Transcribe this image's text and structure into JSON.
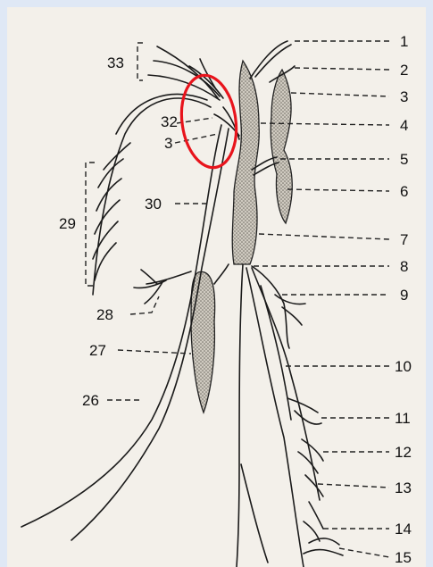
{
  "figure": {
    "labels_right": [
      "1",
      "2",
      "3",
      "4",
      "5",
      "6",
      "7",
      "8",
      "9",
      "10",
      "11",
      "12",
      "13",
      "14",
      "15"
    ],
    "labels_left": {
      "l33": "33",
      "l32": "32",
      "l3b": "3",
      "l30": "30",
      "l29": "29",
      "l28": "28",
      "l27": "27",
      "l26": "26"
    },
    "highlight_color": "#e8141c"
  }
}
